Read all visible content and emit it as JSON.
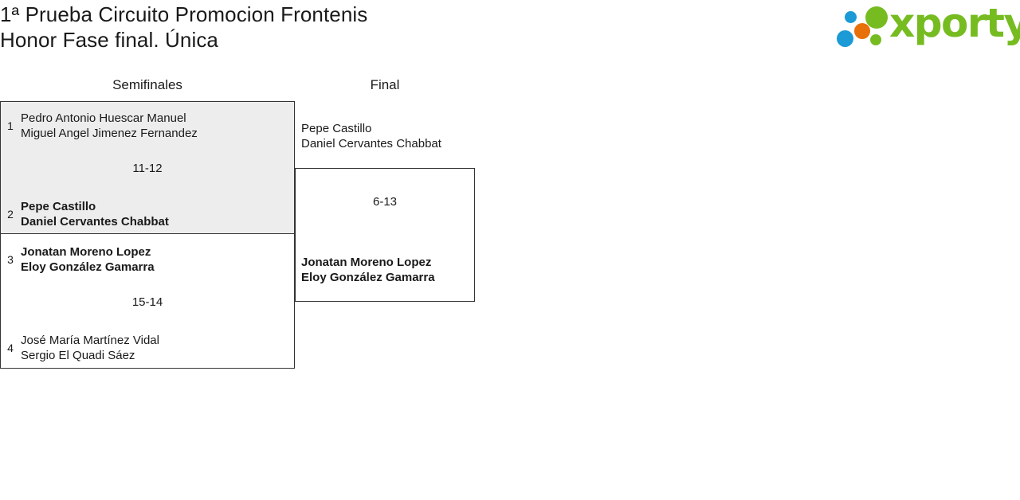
{
  "header": {
    "title_line1": "1ª Prueba Circuito Promocion Frontenis",
    "title_line2": "Honor Fase final. Única",
    "logo_text": "xporty",
    "logo_colors": {
      "green": "#76bc21",
      "blue": "#1b9ad6",
      "orange": "#e8700a"
    }
  },
  "rounds": [
    {
      "label": "Semifinales"
    },
    {
      "label": "Final"
    }
  ],
  "bracket": {
    "semifinals": [
      {
        "score": "11-12",
        "highlighted": true,
        "entries": [
          {
            "seed": "1",
            "winner": false,
            "player1": "Pedro Antonio Huescar Manuel",
            "player2": "Miguel Angel Jimenez Fernandez"
          },
          {
            "seed": "2",
            "winner": true,
            "player1": "Pepe Castillo",
            "player2": "Daniel Cervantes Chabbat"
          }
        ]
      },
      {
        "score": "15-14",
        "highlighted": false,
        "entries": [
          {
            "seed": "3",
            "winner": true,
            "player1": "Jonatan Moreno Lopez",
            "player2": "Eloy González Gamarra"
          },
          {
            "seed": "4",
            "winner": false,
            "player1": "José María Martínez Vidal",
            "player2": "Sergio El Quadi Sáez"
          }
        ]
      }
    ],
    "final": {
      "score": "6-13",
      "highlighted": false,
      "entries": [
        {
          "seed": "",
          "winner": false,
          "player1": "Pepe Castillo",
          "player2": "Daniel Cervantes Chabbat"
        },
        {
          "seed": "",
          "winner": true,
          "player1": "Jonatan Moreno Lopez",
          "player2": "Eloy González Gamarra"
        }
      ]
    }
  }
}
